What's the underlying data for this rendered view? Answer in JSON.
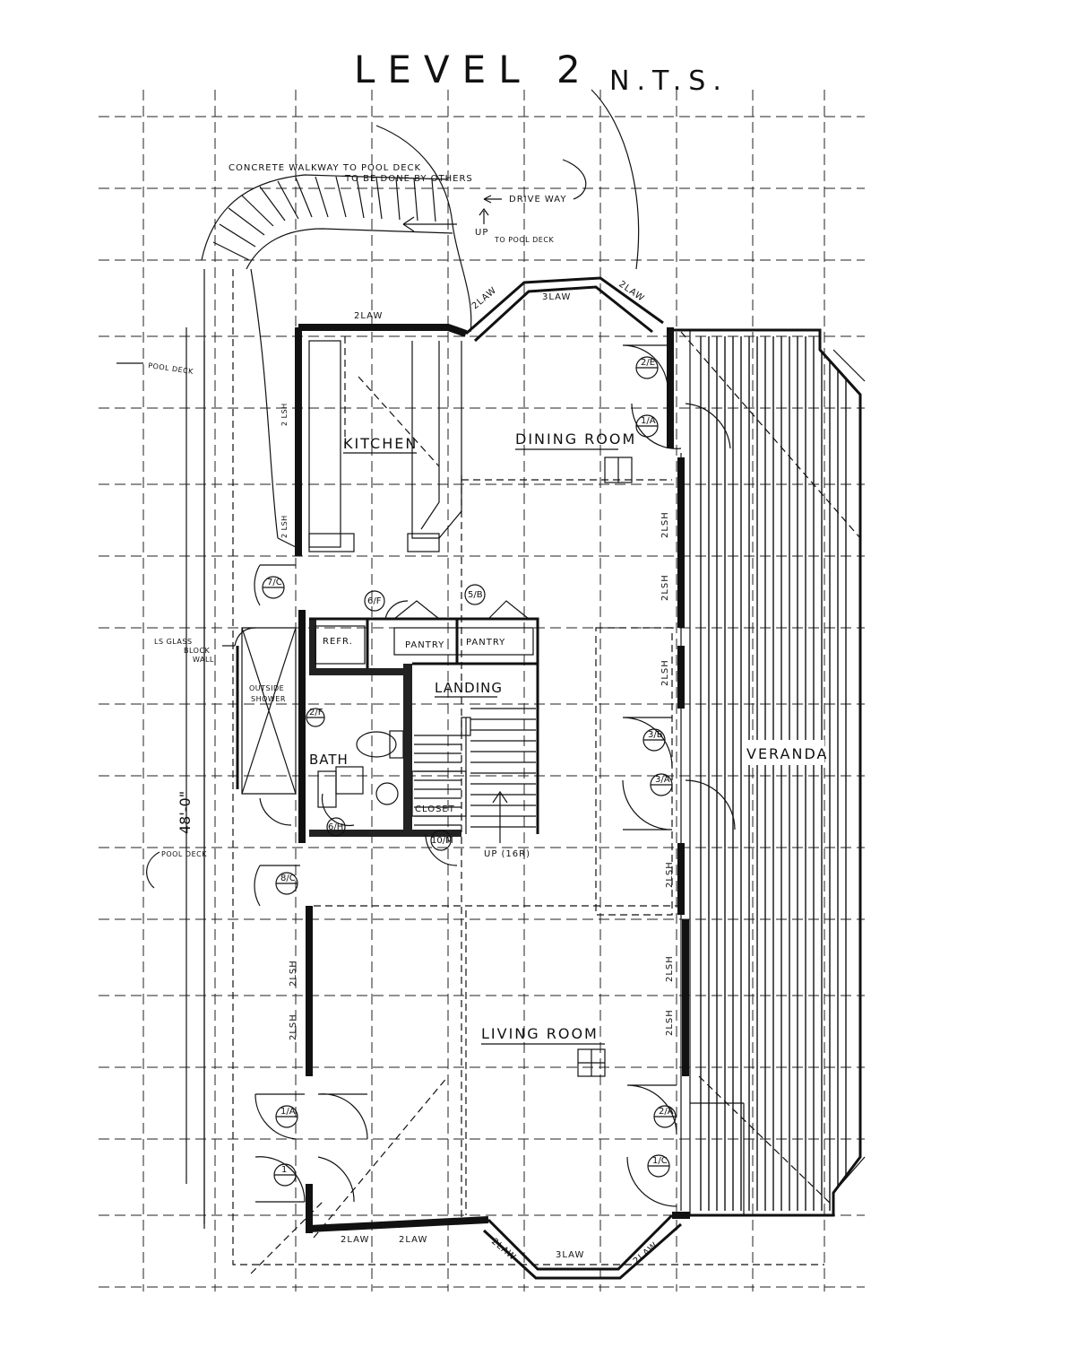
{
  "title": "LEVEL 2",
  "scale_note": "N.T.S.",
  "annotations": {
    "walkway_1": "CONCRETE WALKWAY TO POOL DECK",
    "walkway_2": "TO BE DONE BY OTHERS",
    "driveway": "DRIVE WAY",
    "up_pool_deck_up": "UP",
    "up_pool_deck_to": "TO POOL DECK",
    "pool_deck_left": "POOL DECK",
    "pool_deck_bottom": "POOL DECK",
    "glass_block_1": "LS GLASS",
    "glass_block_2": "BLOCK",
    "glass_block_3": "WALL",
    "outside_shower_1": "OUTSIDE",
    "outside_shower_2": "SHOWER",
    "dimension": "48'-0\"",
    "stair_up": "UP (16R)"
  },
  "rooms": {
    "kitchen": "KITCHEN",
    "dining": "DINING ROOM",
    "living": "LIVING ROOM",
    "veranda": "VERANDA",
    "landing": "LANDING",
    "bath": "BATH",
    "closet": "CLOSET",
    "refr": "REFR.",
    "pantry_1": "PANTRY",
    "pantry_2": "PANTRY"
  },
  "windows": {
    "kitchen_top": "2LAW",
    "bay_top_left": "2LAW",
    "bay_top_center": "3LAW",
    "bay_top_right": "2LAW",
    "kitchen_left_1": "2 LSH",
    "kitchen_left_2": "2 LSH",
    "right_1": "2LSH",
    "right_2": "2LSH",
    "right_3": "2LSH",
    "right_4": "2LSH",
    "right_5": "2LSH",
    "right_6": "2LSH",
    "left_living_1": "2LSH",
    "left_living_2": "2LSH",
    "bottom_1": "2LAW",
    "bottom_2": "2LAW",
    "bay_bottom_left": "2LAW",
    "bay_bottom_center": "3LAW",
    "bay_bottom_right": "2LAW"
  },
  "door_tags": {
    "d_2e": "2/E",
    "d_1a_top": "1/A",
    "d_7c": "7/C",
    "d_6f": "6/F",
    "d_5b": "5/B",
    "d_2f": "2/F",
    "d_3b": "3/B",
    "d_3a": "3/A",
    "d_6h": "6/H",
    "d_10m": "10/M",
    "d_8c": "8/C",
    "d_1a_bottom": "1/A",
    "d_1_bottom": "1",
    "d_2a": "2/A",
    "d_1c": "1/C"
  }
}
